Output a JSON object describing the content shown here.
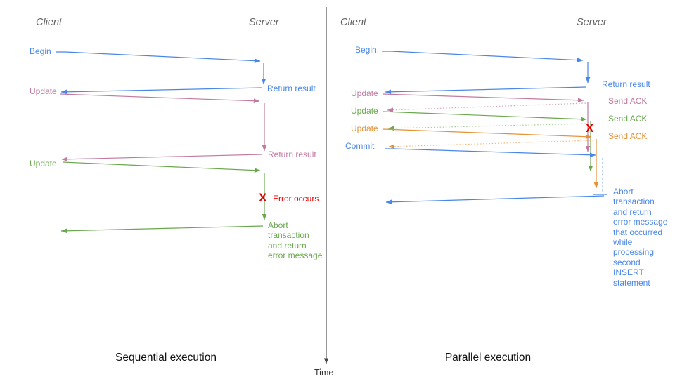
{
  "colors": {
    "blue": "#4a86e8",
    "pink": "#c27ba0",
    "green": "#6aa84f",
    "orange": "#e69138",
    "red": "#ee0000",
    "header_gray": "#616161",
    "axis_gray": "#444444"
  },
  "time_axis": {
    "label": "Time"
  },
  "left_panel": {
    "caption": "Sequential execution",
    "client_header": "Client",
    "server_header": "Server",
    "begin_label": "Begin",
    "return_result_1": "Return result",
    "update_1": "Update",
    "return_result_2": "Return result",
    "update_2": "Update",
    "error_x": "X",
    "error_label": "Error occurs",
    "abort_note": "Abort\ntransaction\nand return\nerror message"
  },
  "right_panel": {
    "caption": "Parallel execution",
    "client_header": "Client",
    "server_header": "Server",
    "begin_label": "Begin",
    "return_result": "Return result",
    "update_1": "Update",
    "send_ack_1": "Send ACK",
    "update_2": "Update",
    "send_ack_2": "Send ACK",
    "update_3": "Update",
    "send_ack_3": "Send ACK",
    "commit_label": "Commit",
    "error_x": "X",
    "abort_note": "Abort\ntransaction\nand return\nerror message\nthat occurred\nwhile\nprocessing\nsecond\nINSERT\nstatement"
  }
}
